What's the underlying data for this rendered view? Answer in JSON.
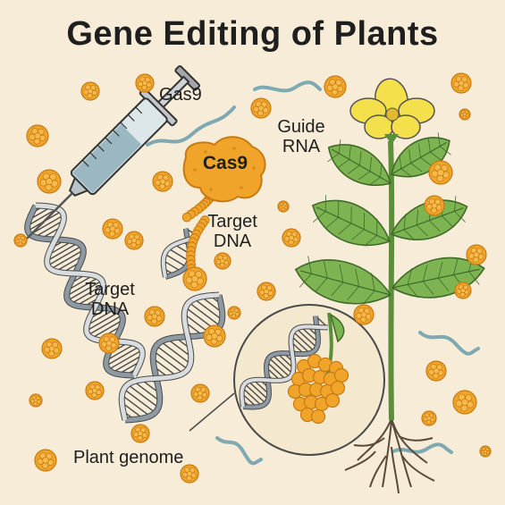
{
  "title": "Gene Editing of Plants",
  "labels": {
    "gas9": "Gas9",
    "guide_rna_line1": "Guide",
    "guide_rna_line2": "RNA",
    "cas9": "Cas9",
    "target_dna_1_line1": "Target",
    "target_dna_1_line2": "DNA",
    "target_dna_2_line1": "Target",
    "target_dna_2_line2": "DNA",
    "plant_genome": "Plant genome"
  },
  "colors": {
    "background": "#f6ecd7",
    "orange_particle": "#f0a52a",
    "orange_dark": "#c77a12",
    "leaf_green": "#7db350",
    "leaf_dark": "#3f6b2a",
    "flower_yellow": "#f4e04a",
    "syringe_blue": "#9bb8c2",
    "dna_gray": "#8e9aa3",
    "rna_teal": "#7ea9b3",
    "root_brown": "#5a4a3a"
  },
  "icons": [
    "syringe-icon",
    "dna-helix-icon",
    "cas9-protein-icon",
    "plant-icon",
    "flower-icon",
    "magnifier-circle-icon",
    "particle-icon",
    "rna-strand-icon"
  ]
}
